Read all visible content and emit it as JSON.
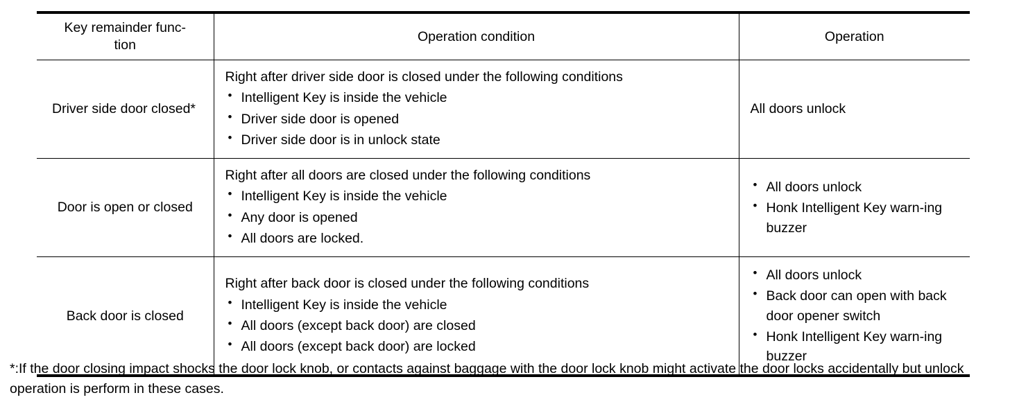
{
  "table": {
    "headers": [
      "Key remainder func-\ntion",
      "Operation condition",
      "Operation"
    ],
    "header_line1": "Key remainder func-",
    "header_line2": "tion",
    "header2": "Operation condition",
    "header3": "Operation",
    "rows": [
      {
        "function": "Driver side door closed*",
        "condition_lead": "Right after driver side door is closed under the following conditions",
        "condition_bullets": [
          "Intelligent Key is inside the vehicle",
          "Driver side door is opened",
          "Driver side door is in unlock state"
        ],
        "operation_text": "All doors unlock",
        "operation_bullets": []
      },
      {
        "function": "Door is open or closed",
        "condition_lead": "Right after all doors are closed under the following conditions",
        "condition_bullets": [
          "Intelligent Key is inside the vehicle",
          "Any door is opened",
          "All doors are locked."
        ],
        "operation_text": "",
        "operation_bullets": [
          "All doors unlock",
          "Honk Intelligent Key warn-​ing buzzer"
        ]
      },
      {
        "function": "Back door is closed",
        "condition_lead": "Right after back door is closed under the following conditions",
        "condition_bullets": [
          "Intelligent Key is inside the vehicle",
          "All doors (except back door) are closed",
          "All doors (except back door) are locked"
        ],
        "operation_text": "",
        "operation_bullets": [
          "All doors unlock",
          "Back door can open with back door opener switch",
          "Honk Intelligent Key warn-​ing buzzer"
        ]
      }
    ]
  },
  "footnote": {
    "text": "*:If the door closing impact shocks the door lock knob, or contacts against baggage with the door lock knob might activate the door locks accidentally but unlock operation is perform in these cases."
  },
  "colors": {
    "text": "#000000",
    "background": "#ffffff",
    "rule": "#000000"
  }
}
